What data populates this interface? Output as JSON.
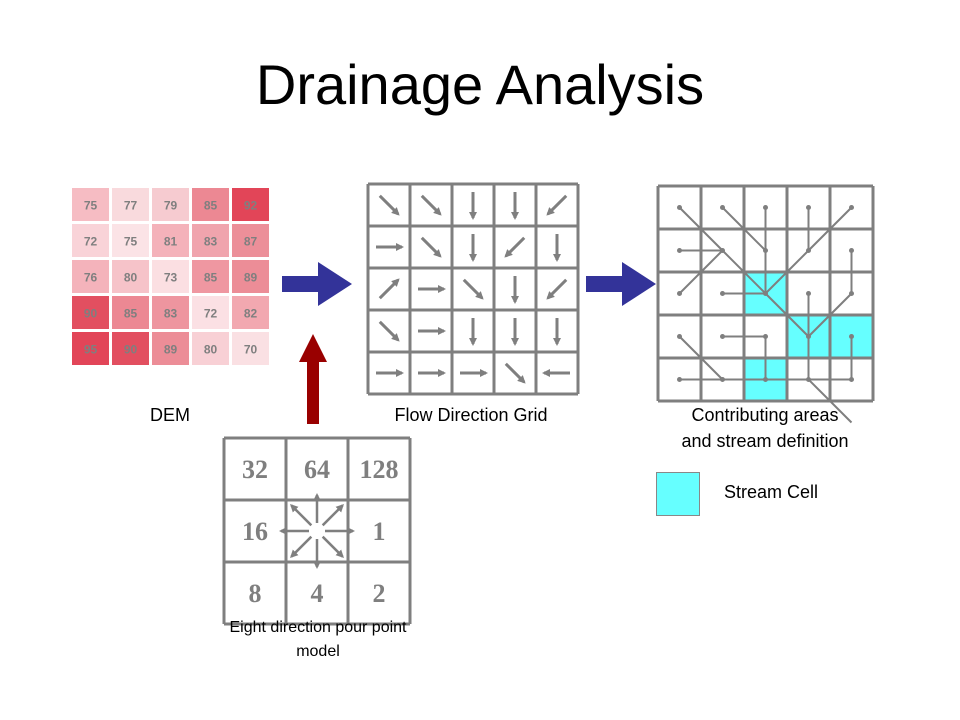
{
  "title": "Drainage Analysis",
  "dem": {
    "caption": "DEM",
    "values": [
      [
        "75",
        "77",
        "79",
        "85",
        "92"
      ],
      [
        "72",
        "75",
        "81",
        "83",
        "87"
      ],
      [
        "76",
        "80",
        "73",
        "85",
        "89"
      ],
      [
        "90",
        "85",
        "83",
        "72",
        "82"
      ],
      [
        "95",
        "90",
        "89",
        "80",
        "70"
      ]
    ],
    "fills": [
      [
        "#f6bcc3",
        "#f9dadd",
        "#f6cbd0",
        "#ec8893",
        "#e24558"
      ],
      [
        "#f9d3d8",
        "#fbe3e6",
        "#f4b2ba",
        "#f0a4ad",
        "#ec8f99"
      ],
      [
        "#f4b3bb",
        "#f6c3c9",
        "#fbdfe2",
        "#ef97a1",
        "#ec8d97"
      ],
      [
        "#e24f60",
        "#ec8893",
        "#ee959f",
        "#fbe0e4",
        "#f2a8b0"
      ],
      [
        "#e24558",
        "#e24f60",
        "#ec8d97",
        "#f8d0d5",
        "#fae0e3"
      ]
    ]
  },
  "flow": {
    "caption": "Flow Direction Grid",
    "directions": [
      [
        "SE",
        "SE",
        "S",
        "S",
        "SW"
      ],
      [
        "E",
        "SE",
        "S",
        "SW",
        "S"
      ],
      [
        "NE",
        "E",
        "SE",
        "S",
        "SW"
      ],
      [
        "SE",
        "E",
        "S",
        "S",
        "S"
      ],
      [
        "E",
        "E",
        "E",
        "SE",
        "W"
      ]
    ]
  },
  "contrib": {
    "caption_line1": "Contributing areas",
    "caption_line2": "and stream definition",
    "stream_cells": [
      [
        2,
        2
      ],
      [
        3,
        3
      ],
      [
        4,
        2
      ],
      [
        3,
        4
      ]
    ]
  },
  "legend": {
    "label": "Stream Cell",
    "color": "#66ffff"
  },
  "pour_point": {
    "values": [
      [
        "32",
        "64",
        "128"
      ],
      [
        "16",
        "",
        "1"
      ],
      [
        "8",
        "4",
        "2"
      ]
    ],
    "caption_line1": "Eight direction pour point",
    "caption_line2": "model"
  },
  "colors": {
    "process_arrow": "#333399",
    "input_arrow": "#990000",
    "grid_line": "#7f7f7f"
  }
}
